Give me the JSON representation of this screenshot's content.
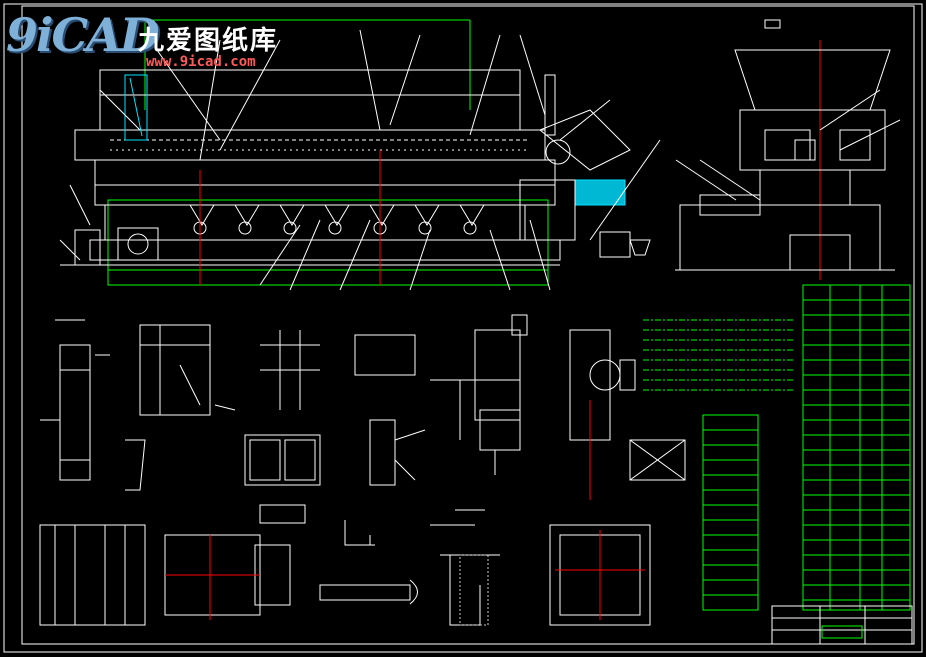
{
  "logo": {
    "mark": "9iCAD",
    "chinese": "九爱图纸库",
    "url": "www.9icad.com"
  },
  "colors": {
    "background": "#000000",
    "line": "#ffffff",
    "dimension": "#00ff00",
    "center_line": "#ff0000",
    "hatch": "#00e5ff"
  }
}
